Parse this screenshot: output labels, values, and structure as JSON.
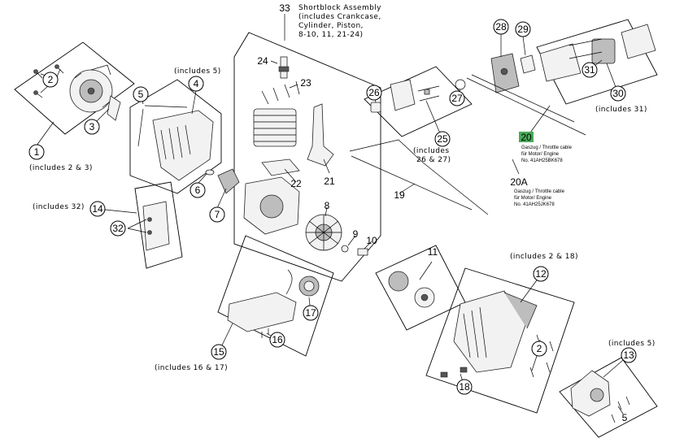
{
  "callouts": {
    "c1": "1",
    "c2a": "2",
    "c3": "3",
    "c4": "4",
    "c5a": "5",
    "c6": "6",
    "c7": "7",
    "c8": "8",
    "c9": "9",
    "c10": "10",
    "c11": "11",
    "c12": "12",
    "c13": "13",
    "c14": "14",
    "c15": "15",
    "c16": "16",
    "c17": "17",
    "c18": "18",
    "c19": "19",
    "c20": "20",
    "c20a": "20A",
    "c21": "21",
    "c22": "22",
    "c23": "23",
    "c24": "24",
    "c25": "25",
    "c26": "26",
    "c27": "27",
    "c28": "28",
    "c29": "29",
    "c30": "30",
    "c31": "31",
    "c32": "32",
    "c33": "33",
    "c2b": "2",
    "c5b": "5"
  },
  "notes": {
    "includes_2_3": "(includes 2 & 3)",
    "includes_5_top": "(includes 5)",
    "includes_32": "(includes 32)",
    "includes_16_17": "(includes 16 & 17)",
    "includes_26_27_a": "(includes",
    "includes_26_27_b": "26 & 27)",
    "includes_31": "(includes 31)",
    "includes_2_18": "(includes 2 & 18)",
    "includes_5_bottom": "(includes 5)"
  },
  "shortblock": {
    "line1": "Shortblock Assembly",
    "line2": "(includes Crankcase,",
    "line3": "Cylinder, Piston,",
    "line4": "8-10, 11, 21-24)"
  },
  "cable20": {
    "line1": "Gaszug / Throttle cable",
    "line2": "für Motor/ Engine",
    "line3": "No. 41AH25BK678"
  },
  "cable20a": {
    "line1": "Gaszug / Throttle cable",
    "line2": "für Motor/ Engine",
    "line3": "No. 41AH25JK678"
  },
  "colors": {
    "highlight_20": "#4aaa5a",
    "line": "#000000",
    "background": "#ffffff"
  }
}
